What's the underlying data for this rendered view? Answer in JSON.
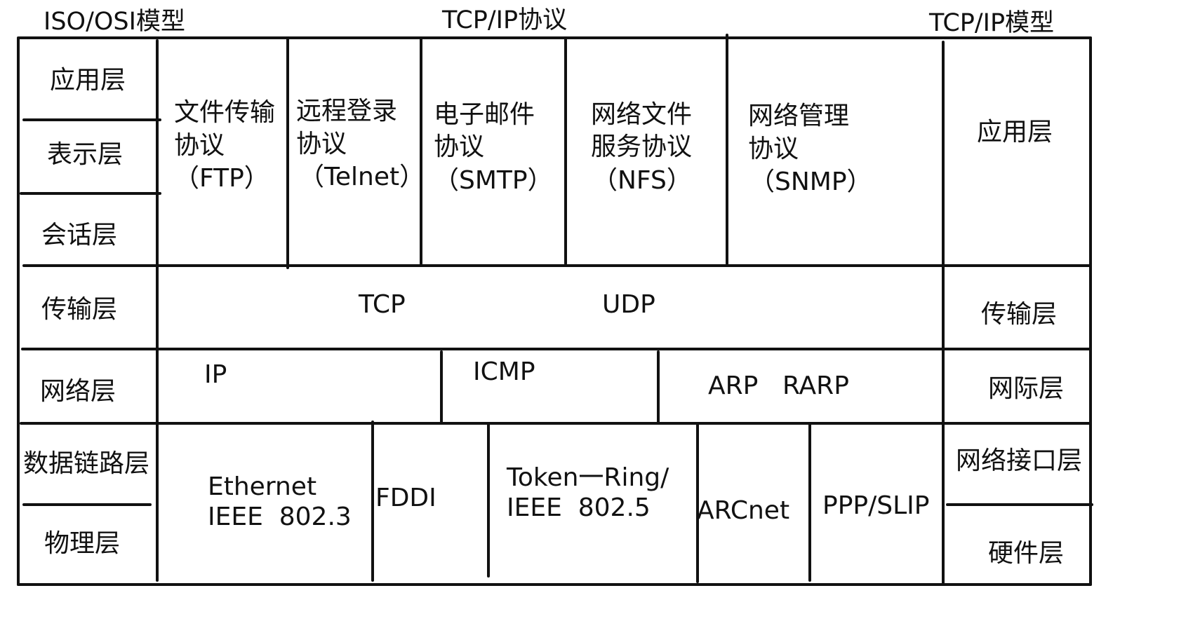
{
  "headers": {
    "iso": "ISO/OSI模型",
    "protocols": "TCP/IP协议",
    "tcpip": "TCP/IP模型"
  },
  "osi_layers": {
    "application": "应用层",
    "presentation": "表示层",
    "session": "会话层",
    "transport": "传输层",
    "network": "网络层",
    "datalink": "数据链路层",
    "physical": "物理层"
  },
  "tcpip_layers": {
    "application": "应用层",
    "transport": "传输层",
    "internet": "网际层",
    "network_interface": "网络接口层",
    "hardware": "硬件层"
  },
  "app_protocols": {
    "ftp": {
      "l1": "文件传输",
      "l2": "协议",
      "l3": "（FTP）"
    },
    "telnet": {
      "l1": "远程登录",
      "l2": "协议",
      "l3": "（Telnet）"
    },
    "smtp": {
      "l1": "电子邮件",
      "l2": "协议",
      "l3": "（SMTP）"
    },
    "nfs": {
      "l1": "网络文件",
      "l2": "服务协议",
      "l3": "（NFS）"
    },
    "snmp": {
      "l1": "网络管理",
      "l2": "协议",
      "l3": "（SNMP）"
    }
  },
  "transport_protocols": {
    "tcp": "TCP",
    "udp": "UDP"
  },
  "network_protocols": {
    "ip": "IP",
    "icmp": "ICMP",
    "arp": "ARP",
    "rarp": "RARP"
  },
  "link_protocols": {
    "ethernet": {
      "l1": "Ethernet",
      "l2": "IEEE  802.3"
    },
    "fddi": "FDDI",
    "token_ring": {
      "l1": "Token一Ring/",
      "l2": "IEEE  802.5"
    },
    "arcnet": "ARCnet",
    "ppp": "PPP/SLIP"
  }
}
